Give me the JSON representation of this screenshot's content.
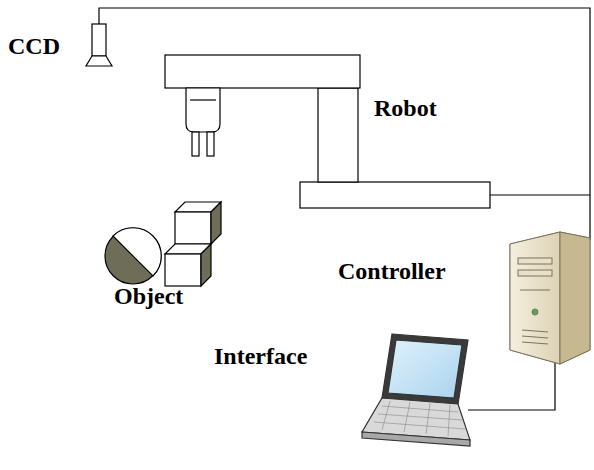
{
  "diagram": {
    "labels": [
      "CCD",
      "Robot",
      "Controller",
      "Object",
      "Interface"
    ]
  }
}
